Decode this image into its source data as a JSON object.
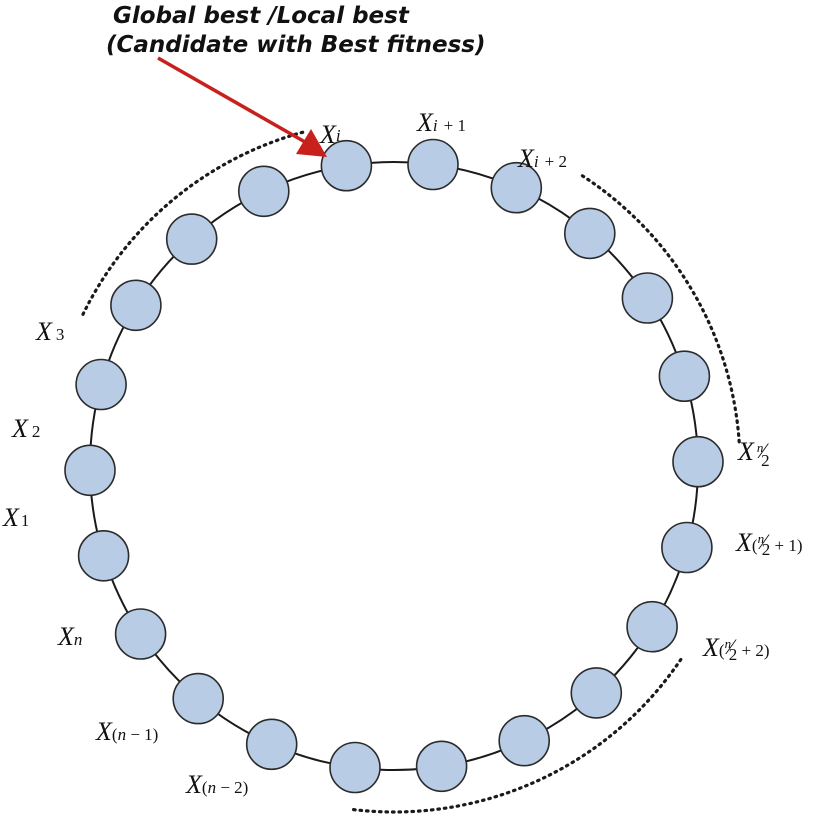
{
  "heading": {
    "line1": "Global best /Local best",
    "line2": "(Candidate with Best fitness)"
  },
  "colors": {
    "node_fill": "#b8cce6",
    "node_stroke": "#2b2b2b",
    "ring": "#1a1a1a",
    "arrow": "#c8211d",
    "dots": "#1a1a1a"
  },
  "ring": {
    "node_count": 22,
    "highlighted_node": "Xi"
  },
  "labels": {
    "xi": {
      "v": "X",
      "s": "i"
    },
    "xi1": {
      "v": "X",
      "s": "i",
      "t": "+ 1"
    },
    "xi2": {
      "v": "X",
      "s": "i",
      "t": "+ 2"
    },
    "x3": {
      "v": "X",
      "s": "3"
    },
    "x2": {
      "v": "X",
      "s": "2"
    },
    "x1": {
      "v": "X",
      "s": "1"
    },
    "xn": {
      "v": "X",
      "s": "n"
    },
    "xn1": {
      "v": "X",
      "p1": "(",
      "n": "n",
      "p2": " − 1)"
    },
    "xn2": {
      "v": "X",
      "p1": "(",
      "n": "n",
      "p2": " − 2)"
    },
    "xhalf": {
      "v": "X",
      "num": "n",
      "slash": "⁄",
      "den": "2"
    },
    "xhalf1": {
      "v": "X",
      "p1": "(",
      "num": "n",
      "slash": "⁄",
      "den": "2",
      "t": " + 1)"
    },
    "xhalf2": {
      "v": "X",
      "p1": "(",
      "num": "n",
      "slash": "⁄",
      "den": "2",
      "t": " + 2)"
    }
  }
}
